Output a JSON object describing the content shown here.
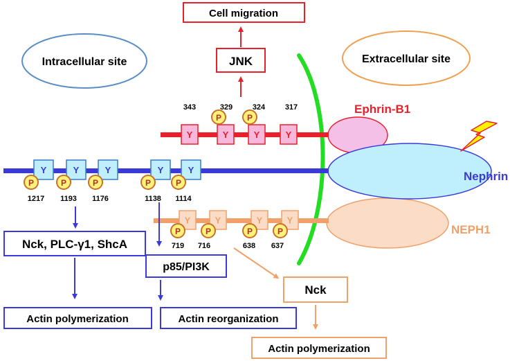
{
  "sites": {
    "intracellular": "Intracellular site",
    "extracellular": "Extracellular site"
  },
  "proteins": {
    "ephrin": "Ephrin-B1",
    "nephrin": "Nephrin",
    "neph1": "NEPH1"
  },
  "boxes": {
    "cell_migration": "Cell migration",
    "jnk": "JNK",
    "nck_plc_shca": "Nck, PLC-γ1, ShcA",
    "p85": "p85/PI3K",
    "nck": "Nck",
    "actin_poly_left": "Actin polymerization",
    "actin_reorg": "Actin reorganization",
    "actin_poly_bottom": "Actin polymerization"
  },
  "symbols": {
    "tyrosine": "Y",
    "phospho": "P"
  },
  "ephrin_sites": [
    "343",
    "329",
    "324",
    "317"
  ],
  "nephrin_sites": [
    "1217",
    "1193",
    "1176",
    "1138",
    "1114"
  ],
  "neph1_sites": [
    "719",
    "716",
    "638",
    "637"
  ],
  "colors": {
    "ephrin": "#e8202a",
    "nephrin": "#3a3ad8",
    "neph1": "#f0a068",
    "membrane": "#22dd22",
    "phospho_fill": "#fff27a",
    "phospho_stroke": "#c8702a"
  }
}
